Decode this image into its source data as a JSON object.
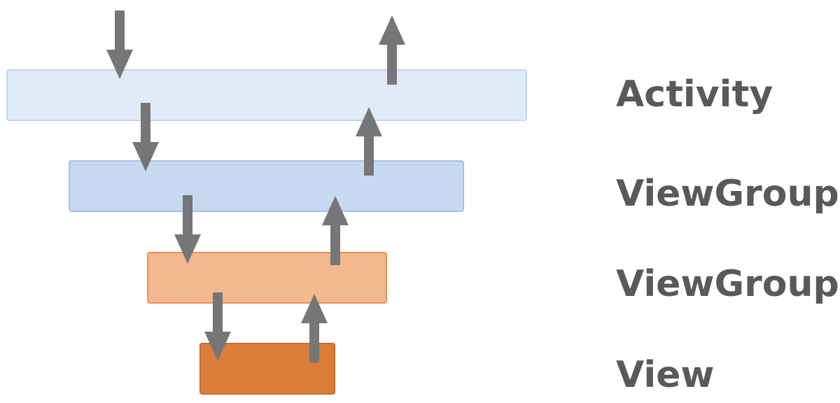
{
  "diagram": {
    "layers": [
      {
        "label": "Activity",
        "fill": "#e1ebf6",
        "stroke": "#c3d5ec"
      },
      {
        "label": "ViewGroup",
        "fill": "#c6d9f0",
        "stroke": "#a7c2e3"
      },
      {
        "label": "ViewGroup",
        "fill": "#f2b88e",
        "stroke": "#e8935a"
      },
      {
        "label": "View",
        "fill": "#dd7d3c",
        "stroke": "#c86a2c"
      }
    ],
    "arrow_color": "#767676"
  }
}
